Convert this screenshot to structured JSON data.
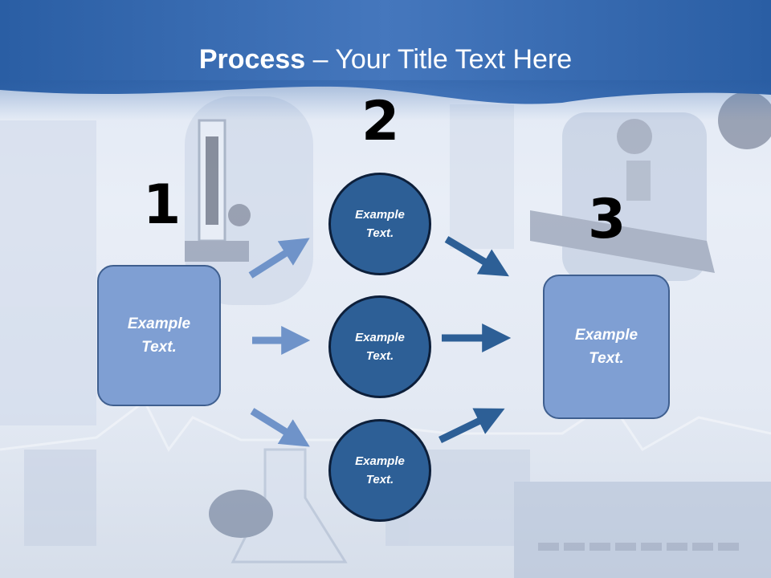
{
  "title": {
    "bold": "Process",
    "rest": " – Your Title Text Here"
  },
  "colors": {
    "header_blue": "#2f63a8",
    "box_fill": "#7f9fd3",
    "circle_fill": "#2d5f96",
    "arrow_light": "#6f93c9",
    "arrow_dark": "#2d5f96"
  },
  "steps": {
    "step1": {
      "number": "1",
      "label": "Example\nText."
    },
    "step2": {
      "number": "2",
      "circles": [
        {
          "label": "Example\nText."
        },
        {
          "label": "Example\nText."
        },
        {
          "label": "Example\nText."
        }
      ]
    },
    "step3": {
      "number": "3",
      "label": "Example\nText."
    }
  }
}
